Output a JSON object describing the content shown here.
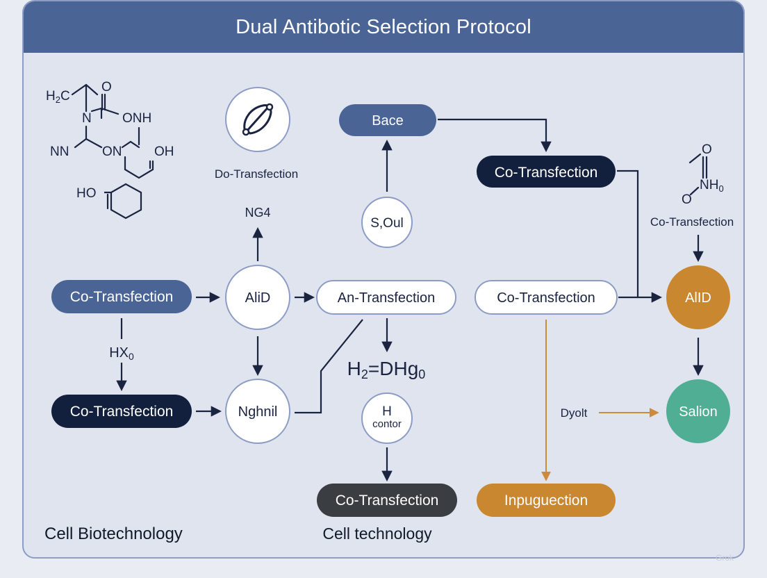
{
  "title": "Dual Antibotic Selection Protocol",
  "colors": {
    "blue_pill": "#4a6595",
    "navy_pill": "#12203e",
    "dark_pill": "#3a3d42",
    "orange": "#c9882f",
    "teal": "#4fae93",
    "outline": "#8d9cc4"
  },
  "chemistry": {
    "top_left": {
      "h2c": "H",
      "h2c_sub": "2",
      "h2c_c": "C",
      "o_top": "O",
      "n_mid": "N",
      "onh": "ONH",
      "nn": "NN",
      "on": "ON",
      "oh": "OH",
      "ho": "HO"
    },
    "top_right": {
      "o_top": "O",
      "nh": "NH",
      "nh_sub": "0",
      "o_bottom": "O"
    }
  },
  "icons": {
    "rotate": "rotate-icon"
  },
  "nodes": {
    "bace": "Bace",
    "co_top": "Co-Transfection",
    "co_left_blue": "Co-Transfection",
    "co_left_navy": "Co-Transfection",
    "alid_circle": "AliD",
    "an_transfection": "An-Transfection",
    "co_right_outline": "Co-Transfection",
    "alid_orange": "AlID",
    "salion": "Salion",
    "nghnil": "Nghnil",
    "s_oul": "S,Oul",
    "h_contor_h": "H",
    "h_contor_text": "contor",
    "co_bottom_dark": "Co-Transfection",
    "inpuguection": "Inpuguection"
  },
  "labels": {
    "do_transfection": "Do-Transfection",
    "ng4": "NG4",
    "hx": "HX",
    "hx_sub": "0",
    "h2_dhg": "H",
    "h2_sub": "2",
    "h2_dhg_rest": "=DHg",
    "h2_dhg_sub": "0",
    "co_transfection_right": "Co-Transfection",
    "dyolt": "Dyolt",
    "cell_biotechnology": "Cell Biotechnology",
    "cell_technology": "Cell technology"
  },
  "watermark": "Grok"
}
